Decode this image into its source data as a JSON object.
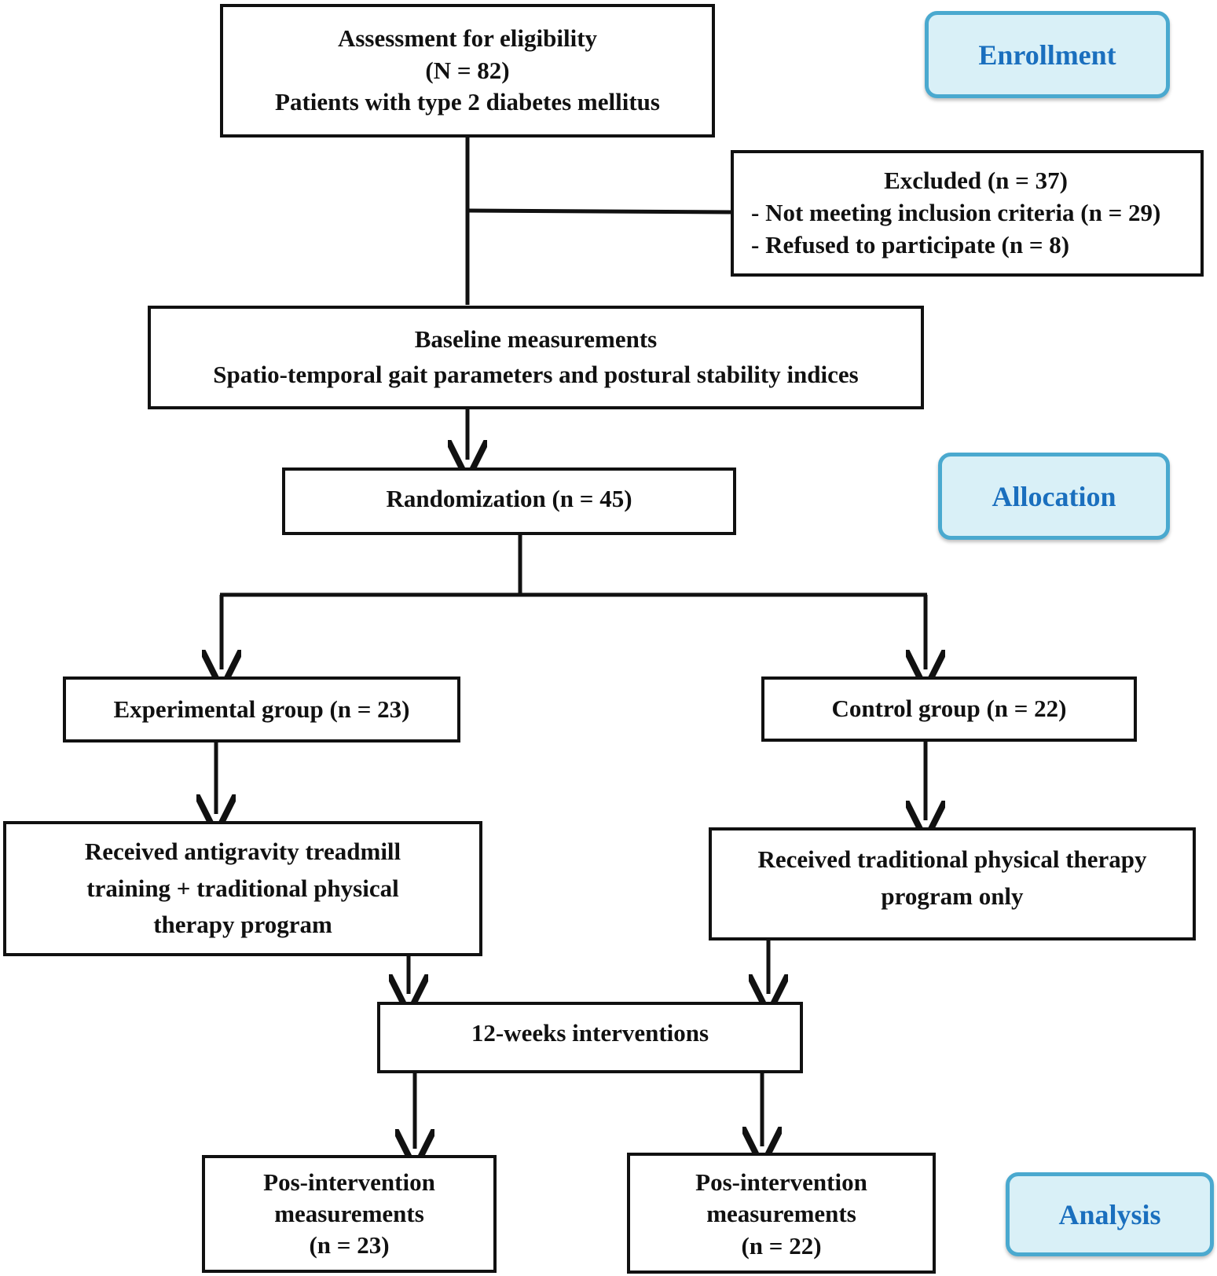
{
  "stages": {
    "enrollment": "Enrollment",
    "allocation": "Allocation",
    "analysis": "Analysis"
  },
  "boxes": {
    "assessment": [
      "Assessment for eligibility",
      "(N = 82)",
      "Patients with type 2 diabetes mellitus"
    ],
    "excluded": {
      "title": "Excluded (n = 37)",
      "items": [
        "- Not meeting inclusion criteria (n = 29)",
        "- Refused to participate (n = 8)"
      ]
    },
    "baseline": [
      "Baseline measurements",
      "Spatio-temporal gait parameters and postural stability indices"
    ],
    "randomization": "Randomization (n = 45)",
    "experimental_group": "Experimental group (n = 23)",
    "control_group": "Control group (n = 22)",
    "experimental_treatment": [
      "Received antigravity treadmill",
      "training + traditional physical",
      "therapy program"
    ],
    "control_treatment": [
      "Received traditional physical therapy",
      "program only"
    ],
    "intervention": "12-weeks interventions",
    "post_experimental": [
      "Pos-intervention",
      "measurements",
      "(n = 23)"
    ],
    "post_control": [
      "Pos-intervention",
      "measurements",
      "(n = 22)"
    ]
  },
  "colors": {
    "stage_fill": "#d9f0f7",
    "stage_border": "#4aa9cf",
    "stage_text": "#1a6fbe",
    "line": "#111111"
  }
}
